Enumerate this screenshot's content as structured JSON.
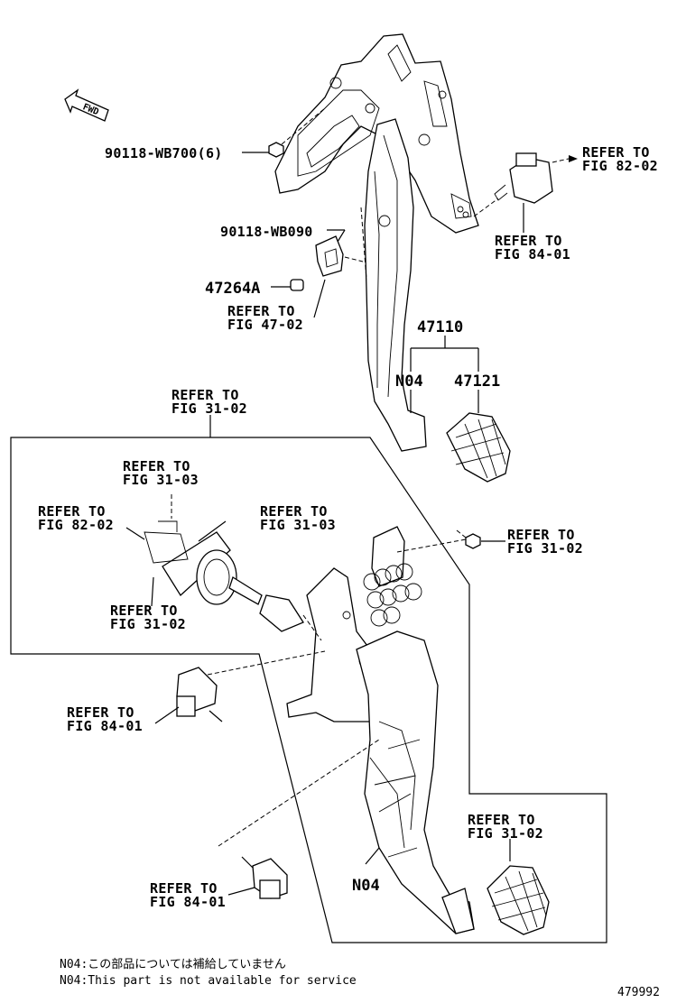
{
  "fwd_label": "FWD",
  "callouts": {
    "nut_top": "90118-WB700(6)",
    "bolt_bracket": "90118-WB090",
    "pin": "47264A",
    "ref_fig_47_02": [
      "REFER TO",
      "FIG 47-02"
    ],
    "ref_fig_82_02_top": [
      "REFER TO",
      "FIG 82-02"
    ],
    "ref_fig_84_01_top": [
      "REFER TO",
      "FIG 84-01"
    ],
    "pedal_assy": "47110",
    "n04_top": "N04",
    "pad_top": "47121",
    "ref_fig_31_02_top": [
      "REFER TO",
      "FIG 31-02"
    ],
    "ref_fig_31_03_a": [
      "REFER TO",
      "FIG 31-03"
    ],
    "ref_fig_82_02_mid": [
      "REFER TO",
      "FIG 82-02"
    ],
    "ref_fig_31_03_b": [
      "REFER TO",
      "FIG 31-03"
    ],
    "ref_fig_31_02_nut": [
      "REFER TO",
      "FIG 31-02"
    ],
    "ref_fig_31_02_left": [
      "REFER TO",
      "FIG 31-02"
    ],
    "ref_fig_84_01_mid": [
      "REFER TO",
      "FIG 84-01"
    ],
    "ref_fig_31_02_pad": [
      "REFER TO",
      "FIG 31-02"
    ],
    "n04_bottom": "N04",
    "ref_fig_84_01_bottom": [
      "REFER TO",
      "FIG 84-01"
    ]
  },
  "notes": {
    "jp": "N04:この部品については補給していません",
    "en": "N04:This part is not available for service"
  },
  "diagram_number": "479992"
}
